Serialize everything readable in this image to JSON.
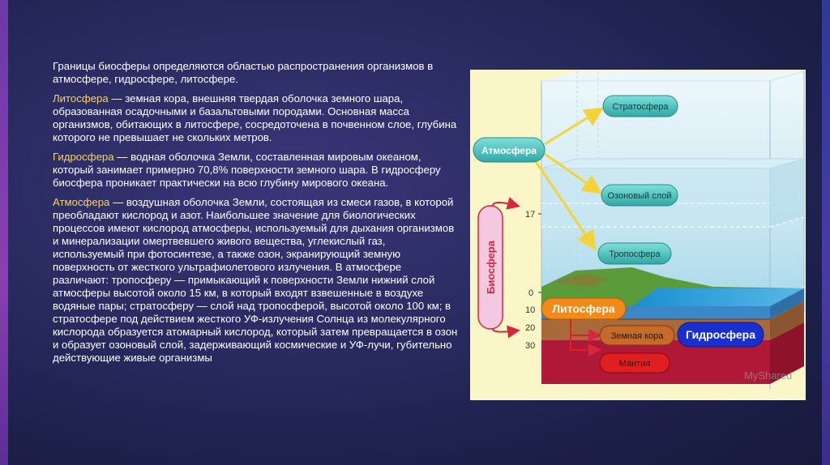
{
  "intro": "Границы биосферы определяются областью распространения организмов в атмосфере, гидросфере, литосфере.",
  "paragraphs": [
    {
      "term": "Литосфера",
      "text": " — земная кора, внешняя твердая оболочка земного шара, образованная осадочными и базальтовыми породами. Основная масса организмов, обитающих в литосфере, сосредоточена в почвенном слое, глубина которого не превышает не скольких метров."
    },
    {
      "term": "Гидросфера",
      "text": " — водная оболочка Земли, составленная мировым океаном, который занимает примерно 70,8% поверхности земного шара. В гидросферу биосфера проникает практически на всю глубину мирового океана."
    },
    {
      "term": "Атмосфера",
      "text": " — воздушная оболочка Земли, состоящая из смеси газов, в которой преобладают кислород и азот. Наибольшее значение для биологических процессов имеют кислород атмосферы, используемый для дыхания организмов и минерализации омертвевшего живого вещества, углекислый газ, используемый при фотосинтезе, а также озон, экранирующий земную поверхность от жесткого ультрафиолетового излучения. В атмосфере различают: тропосферу — примыкающий к поверхности Земли нижний слой атмосферы высотой около 15 км, в который входят взвешенные в воздухе водяные пары; стратосферу — слой над тропосферой, высотой около 100 км; в стратосфере под действием жесткого УФ-излучения Солнца из молекулярного кислорода образуется атомарный кислород, который затем превращается в озон и образует озоновый слой, задерживающий космические и УФ-лучи, губительно действующие живые организмы"
    }
  ],
  "diagram": {
    "labels": {
      "stratosphere": "Стратосфера",
      "atmosphere": "Атмосфера",
      "ozone": "Озоновый слой",
      "troposphere": "Тропосфера",
      "biosphere": "Биосфера",
      "lithosphere": "Литосфера",
      "crust": "Земная кора",
      "hydrosphere": "Гидросфера",
      "mantle": "Мантия"
    },
    "scale": [
      "17",
      "0",
      "10",
      "20",
      "30"
    ],
    "watermark": "MyShared"
  },
  "colors": {
    "term": "#ffd54a",
    "frame": "#fbf6c8",
    "teal_label": "#4fc3c0",
    "arrow_yellow": "#f2d43a",
    "biosphere_red": "#d7263d",
    "lithosphere_orange": "#f28a1a",
    "hydrosphere_blue": "#1a2fd0",
    "mantle_red": "#e02020"
  }
}
